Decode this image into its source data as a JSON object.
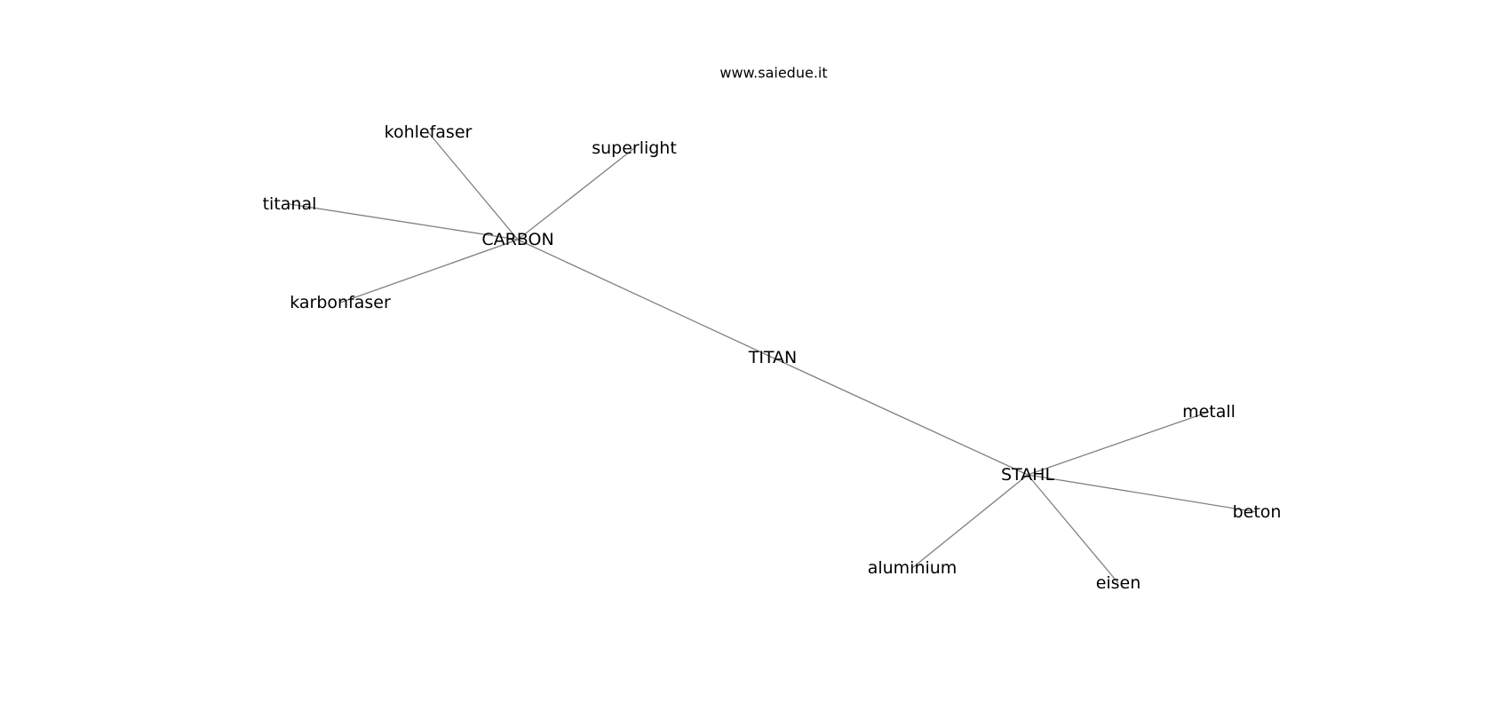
{
  "site": "www.saiedue.it",
  "nodes": [
    {
      "id": "TITAN",
      "label": "TITAN"
    },
    {
      "id": "CARBON",
      "label": "CARBON"
    },
    {
      "id": "STAHL",
      "label": "STAHL"
    },
    {
      "id": "kohlefaser",
      "label": "kohlefaser"
    },
    {
      "id": "superlight",
      "label": "superlight"
    },
    {
      "id": "titanal",
      "label": "titanal"
    },
    {
      "id": "karbonfaser",
      "label": "karbonfaser"
    },
    {
      "id": "metall",
      "label": "metall"
    },
    {
      "id": "beton",
      "label": "beton"
    },
    {
      "id": "aluminium",
      "label": "aluminium"
    },
    {
      "id": "eisen",
      "label": "eisen"
    }
  ],
  "edges": [
    [
      "TITAN",
      "CARBON"
    ],
    [
      "TITAN",
      "STAHL"
    ],
    [
      "CARBON",
      "kohlefaser"
    ],
    [
      "CARBON",
      "superlight"
    ],
    [
      "CARBON",
      "titanal"
    ],
    [
      "CARBON",
      "karbonfaser"
    ],
    [
      "STAHL",
      "metall"
    ],
    [
      "STAHL",
      "beton"
    ],
    [
      "STAHL",
      "aluminium"
    ],
    [
      "STAHL",
      "eisen"
    ]
  ],
  "edge_color": "#808080"
}
